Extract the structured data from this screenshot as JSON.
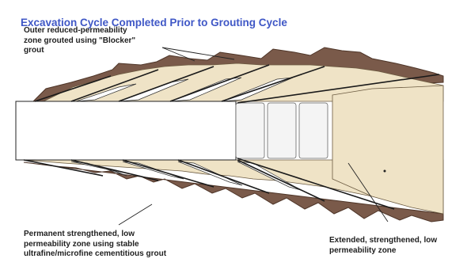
{
  "title": "Excavation Cycle Completed Prior to Grouting Cycle",
  "labels": {
    "outer_zone": [
      "Outer reduced-permeability",
      "zone grouted using \"Blocker\"",
      "grout"
    ],
    "permanent_zone": [
      "Permanent strengthened, low",
      "permeability zone using stable",
      "ultrafine/microfine cementitious grout"
    ],
    "extended_zone": [
      "Extended, strengthened, low",
      "permeability zone"
    ]
  },
  "colors": {
    "title": "#3f57c6",
    "outer_zone": "#7a5a4a",
    "outer_zone_dark": "#4e3528",
    "strengthened_zone": "#efe3c6",
    "tunnel": "#ffffff",
    "lines": "#1a1a1a"
  }
}
